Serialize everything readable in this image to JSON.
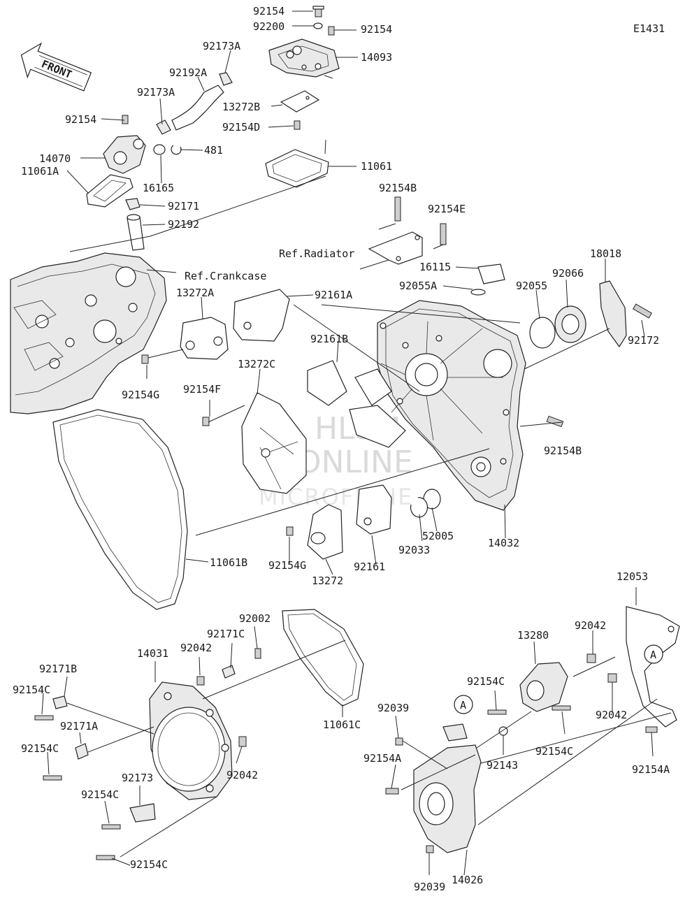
{
  "diagram_code": "E1431",
  "front_arrow_label": "FRONT",
  "callout_letter": "A",
  "watermark": [
    "HLSM",
    "ONLINE",
    "MICROFICHE"
  ],
  "references": {
    "radiator": "Ref.Radiator",
    "crankcase": "Ref.Crankcase"
  },
  "labels": {
    "l92154_top": "92154",
    "l92200": "92200",
    "l92154_r": "92154",
    "l14093": "14093",
    "l92173A_a": "92173A",
    "l92192A": "92192A",
    "l92173A_b": "92173A",
    "l13272B": "13272B",
    "l92154_l": "92154",
    "l92154D": "92154D",
    "l14070": "14070",
    "l481": "481",
    "l11061_top": "11061",
    "l16165": "16165",
    "l11061A": "11061A",
    "l92171": "92171",
    "l92192": "92192",
    "l92154B_top": "92154B",
    "l92154E": "92154E",
    "l16115": "16115",
    "l92055A": "92055A",
    "l92055": "92055",
    "l92066": "92066",
    "l18018": "18018",
    "l13272A": "13272A",
    "l92161A": "92161A",
    "l92161B": "92161B",
    "l92172": "92172",
    "l13272C": "13272C",
    "l92154G_a": "92154G",
    "l92154F": "92154F",
    "l92154B_r": "92154B",
    "l52005": "52005",
    "l14032": "14032",
    "l92154G_b": "92154G",
    "l13272": "13272",
    "l92161": "92161",
    "l92033": "92033",
    "l11061B": "11061B",
    "l12053": "12053",
    "l92002": "92002",
    "l92171C": "92171C",
    "l14031": "14031",
    "l92042_a": "92042",
    "l13280": "13280",
    "l92042_b": "92042",
    "l92171B": "92171B",
    "l92154C_a": "92154C",
    "l92154C_b": "92154C",
    "l92039_a": "92039",
    "l92171A": "92171A",
    "l11061C": "11061C",
    "l92042_c": "92042",
    "l92154C_c": "92154C",
    "l92154A_a": "92154A",
    "l92143": "92143",
    "l92154A_b": "92154A",
    "l92154C_d": "92154C",
    "l92042_d": "92042",
    "l92173": "92173",
    "l92154C_e": "92154C",
    "l92154C_f": "92154C",
    "l92039_b": "92039",
    "l14026": "14026"
  }
}
